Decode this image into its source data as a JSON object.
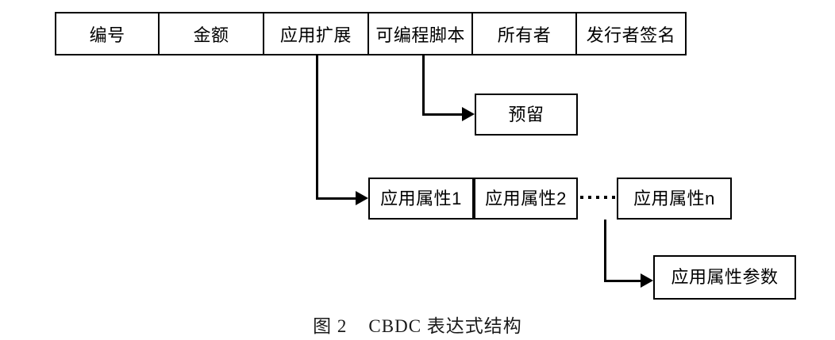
{
  "figure": {
    "caption": "图 2    CBDC 表达式结构",
    "background_color": "#ffffff",
    "line_color": "#000000"
  },
  "record_table": {
    "name": "cbdc-expression-record",
    "cells": [
      {
        "label": "编号"
      },
      {
        "label": "金额"
      },
      {
        "label": "应用扩展"
      },
      {
        "label": "可编程脚本"
      },
      {
        "label": "所有者"
      },
      {
        "label": "发行者签名"
      }
    ]
  },
  "reserved_box": {
    "label": "预留"
  },
  "attribute_boxes": [
    {
      "label": "应用属性1"
    },
    {
      "label": "应用属性2"
    },
    {
      "label": "应用属性n"
    }
  ],
  "attribute_ellipsis": "·······",
  "parameter_box": {
    "label": "应用属性参数"
  }
}
